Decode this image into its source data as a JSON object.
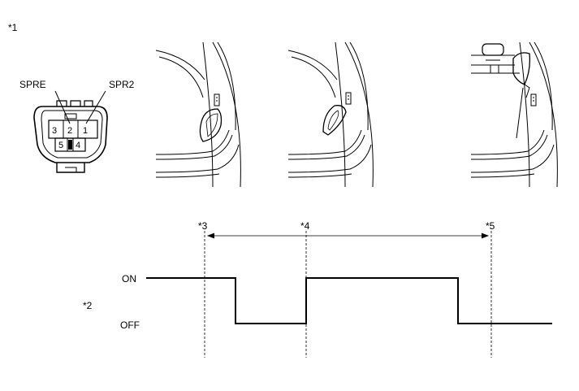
{
  "labels": {
    "callout_1": "*1",
    "callout_2": "*2",
    "callout_3": "*3",
    "callout_4": "*4",
    "callout_5": "*5",
    "spre": "SPRE",
    "spr2": "SPR2",
    "on": "ON",
    "off": "OFF"
  },
  "connector": {
    "pins": [
      "1",
      "2",
      "3",
      "4",
      "5"
    ]
  }
}
